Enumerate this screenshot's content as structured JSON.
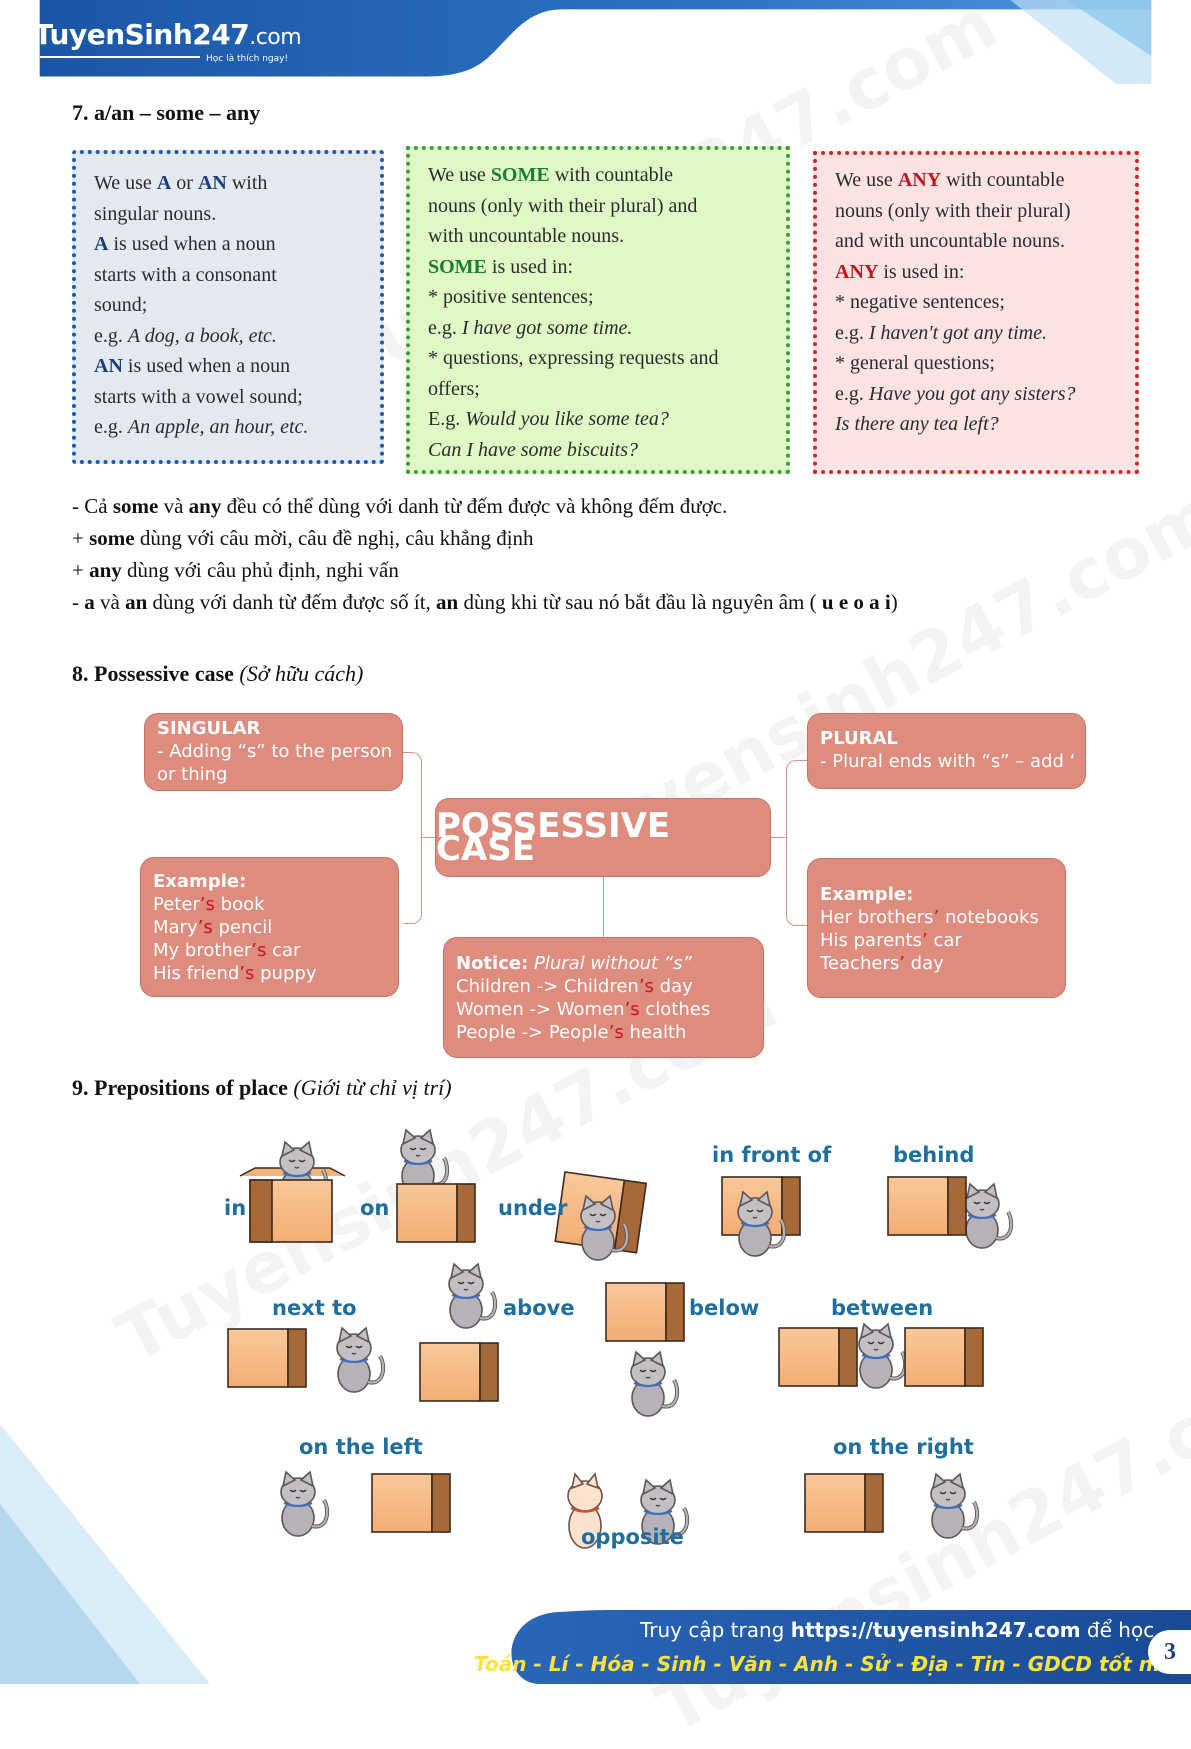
{
  "header": {
    "logo_main": "TuyenSinh247",
    "logo_suffix": ".com",
    "slogan": "Học là thích ngay!"
  },
  "watermark_text": "Tuyensinh247.com",
  "section7": {
    "title": "7. a/an – some – any",
    "box_a": {
      "lines": [
        [
          {
            "t": "We use "
          },
          {
            "t": "A",
            "b": true
          },
          {
            "t": " or "
          },
          {
            "t": "AN",
            "b": true
          },
          {
            "t": " with"
          }
        ],
        [
          {
            "t": "singular nouns."
          }
        ],
        [
          {
            "t": "A",
            "b": true
          },
          {
            "t": " is used when a noun"
          }
        ],
        [
          {
            "t": "starts with a consonant"
          }
        ],
        [
          {
            "t": "sound;"
          }
        ],
        [
          {
            "t": "e.g. "
          },
          {
            "t": "A dog, a book, etc.",
            "i": true
          }
        ],
        [
          {
            "t": "AN",
            "b": true
          },
          {
            "t": " is used when a noun"
          }
        ],
        [
          {
            "t": "starts with a vowel sound;"
          }
        ],
        [
          {
            "t": "e.g. "
          },
          {
            "t": "An apple, an hour, etc.",
            "i": true
          }
        ]
      ]
    },
    "box_some": {
      "lines": [
        [
          {
            "t": "We use "
          },
          {
            "t": "SOME",
            "b": true
          },
          {
            "t": " with countable"
          }
        ],
        [
          {
            "t": "nouns (only with their plural) and"
          }
        ],
        [
          {
            "t": "with uncountable nouns."
          }
        ],
        [
          {
            "t": "SOME",
            "b": true
          },
          {
            "t": " is used in:"
          }
        ],
        [
          {
            "t": "* positive sentences;"
          }
        ],
        [
          {
            "t": "e.g. "
          },
          {
            "t": "I have got some time.",
            "i": true
          }
        ],
        [
          {
            "t": "* questions, expressing requests and"
          }
        ],
        [
          {
            "t": "offers;"
          }
        ],
        [
          {
            "t": "E.g. "
          },
          {
            "t": "Would you like some tea?",
            "i": true
          }
        ],
        [
          {
            "t": "        "
          },
          {
            "t": "Can I have some biscuits?",
            "i": true
          }
        ]
      ]
    },
    "box_any": {
      "lines": [
        [
          {
            "t": "We use "
          },
          {
            "t": "ANY",
            "b": true
          },
          {
            "t": " with countable"
          }
        ],
        [
          {
            "t": "nouns (only with their plural)"
          }
        ],
        [
          {
            "t": "and with uncountable nouns."
          }
        ],
        [
          {
            "t": "ANY",
            "b": true
          },
          {
            "t": " is used in:"
          }
        ],
        [
          {
            "t": "* negative sentences;"
          }
        ],
        [
          {
            "t": "e.g. "
          },
          {
            "t": "I haven't got any time.",
            "i": true
          }
        ],
        [
          {
            "t": "* general questions;"
          }
        ],
        [
          {
            "t": "e.g. "
          },
          {
            "t": "Have you got any sisters?",
            "i": true
          }
        ],
        [
          {
            "t": "      "
          },
          {
            "t": "Is there any tea left?",
            "i": true
          }
        ]
      ]
    },
    "notes": [
      [
        {
          "t": "- Cả "
        },
        {
          "t": "some",
          "b": true
        },
        {
          "t": " và "
        },
        {
          "t": "any",
          "b": true
        },
        {
          "t": " đều có thể dùng với danh từ đếm được và không đếm được."
        }
      ],
      [
        {
          "t": "+ "
        },
        {
          "t": "some",
          "b": true
        },
        {
          "t": " dùng với câu mời, câu đề nghị, câu khẳng định"
        }
      ],
      [
        {
          "t": "+ "
        },
        {
          "t": "any",
          "b": true
        },
        {
          "t": " dùng với câu phủ định, nghi vấn"
        }
      ],
      [
        {
          "t": "- "
        },
        {
          "t": "a",
          "b": true
        },
        {
          "t": " và "
        },
        {
          "t": "an",
          "b": true
        },
        {
          "t": " dùng với danh từ đếm được số ít, "
        },
        {
          "t": "an",
          "b": true
        },
        {
          "t": " dùng khi từ sau nó bắt đầu là nguyên âm ( "
        },
        {
          "t": "u e o a i",
          "b": true
        },
        {
          "t": ")"
        }
      ]
    ]
  },
  "section8": {
    "title": "8. Possessive case",
    "subtitle": "(Sở hữu cách)",
    "center": "POSSESSIVE CASE",
    "singular": {
      "heading": "SINGULAR",
      "lines": [
        "- Adding “s” to the person",
        "or thing"
      ]
    },
    "plural": {
      "heading": "PLURAL",
      "lines": [
        "- Plural ends with “s” – add ‘"
      ]
    },
    "example_left": {
      "heading": "Example:",
      "lines": [
        [
          {
            "t": "Peter"
          },
          {
            "t": "’s",
            "r": true
          },
          {
            "t": " book"
          }
        ],
        [
          {
            "t": "Mary"
          },
          {
            "t": "’s",
            "r": true
          },
          {
            "t": " pencil"
          }
        ],
        [
          {
            "t": "My brother"
          },
          {
            "t": "’s",
            "r": true
          },
          {
            "t": " car"
          }
        ],
        [
          {
            "t": "His friend"
          },
          {
            "t": "’s",
            "r": true
          },
          {
            "t": " puppy"
          }
        ]
      ]
    },
    "example_right": {
      "heading": "Example:",
      "lines": [
        [
          {
            "t": "Her brothers"
          },
          {
            "t": "’",
            "r": true
          },
          {
            "t": " notebooks"
          }
        ],
        [
          {
            "t": "His parents"
          },
          {
            "t": "’",
            "r": true
          },
          {
            "t": " car"
          }
        ],
        [
          {
            "t": "Teachers"
          },
          {
            "t": "’",
            "r": true
          },
          {
            "t": " day"
          }
        ]
      ]
    },
    "notice": {
      "heading": "Notice:",
      "heading_italic": " Plural without “s”",
      "lines": [
        [
          {
            "t": "Children -> Children"
          },
          {
            "t": "’s",
            "r": true
          },
          {
            "t": " day"
          }
        ],
        [
          {
            "t": "Women -> Women"
          },
          {
            "t": "’s",
            "r": true
          },
          {
            "t": " clothes"
          }
        ],
        [
          {
            "t": "People -> People"
          },
          {
            "t": "’s",
            "r": true
          },
          {
            "t": " health"
          }
        ]
      ]
    }
  },
  "section9": {
    "title": "9. Prepositions of place",
    "subtitle": "(Giới từ chỉ vị trí)",
    "labels": {
      "in": "in",
      "on": "on",
      "under": "under",
      "in_front_of": "in front of",
      "behind": "behind",
      "next_to": "next to",
      "above": "above",
      "below": "below",
      "between": "between",
      "on_the_left": "on the left",
      "opposite": "opposite",
      "on_the_right": "on the right"
    }
  },
  "footer": {
    "line1_pre": "Truy cập trang ",
    "line1_url": "https://tuyensinh247.com",
    "line1_post": " để học",
    "line2": "Toán - Lí - Hóa - Sinh - Văn - Anh - Sử - Địa - Tin - GDCD tốt nhất!",
    "page_number": "3"
  },
  "colors": {
    "header_blue": "#1d5fae",
    "mindmap_fill": "#dd8c7e",
    "label_blue": "#1f6e9e",
    "footer_yellow": "#ffe23a"
  }
}
